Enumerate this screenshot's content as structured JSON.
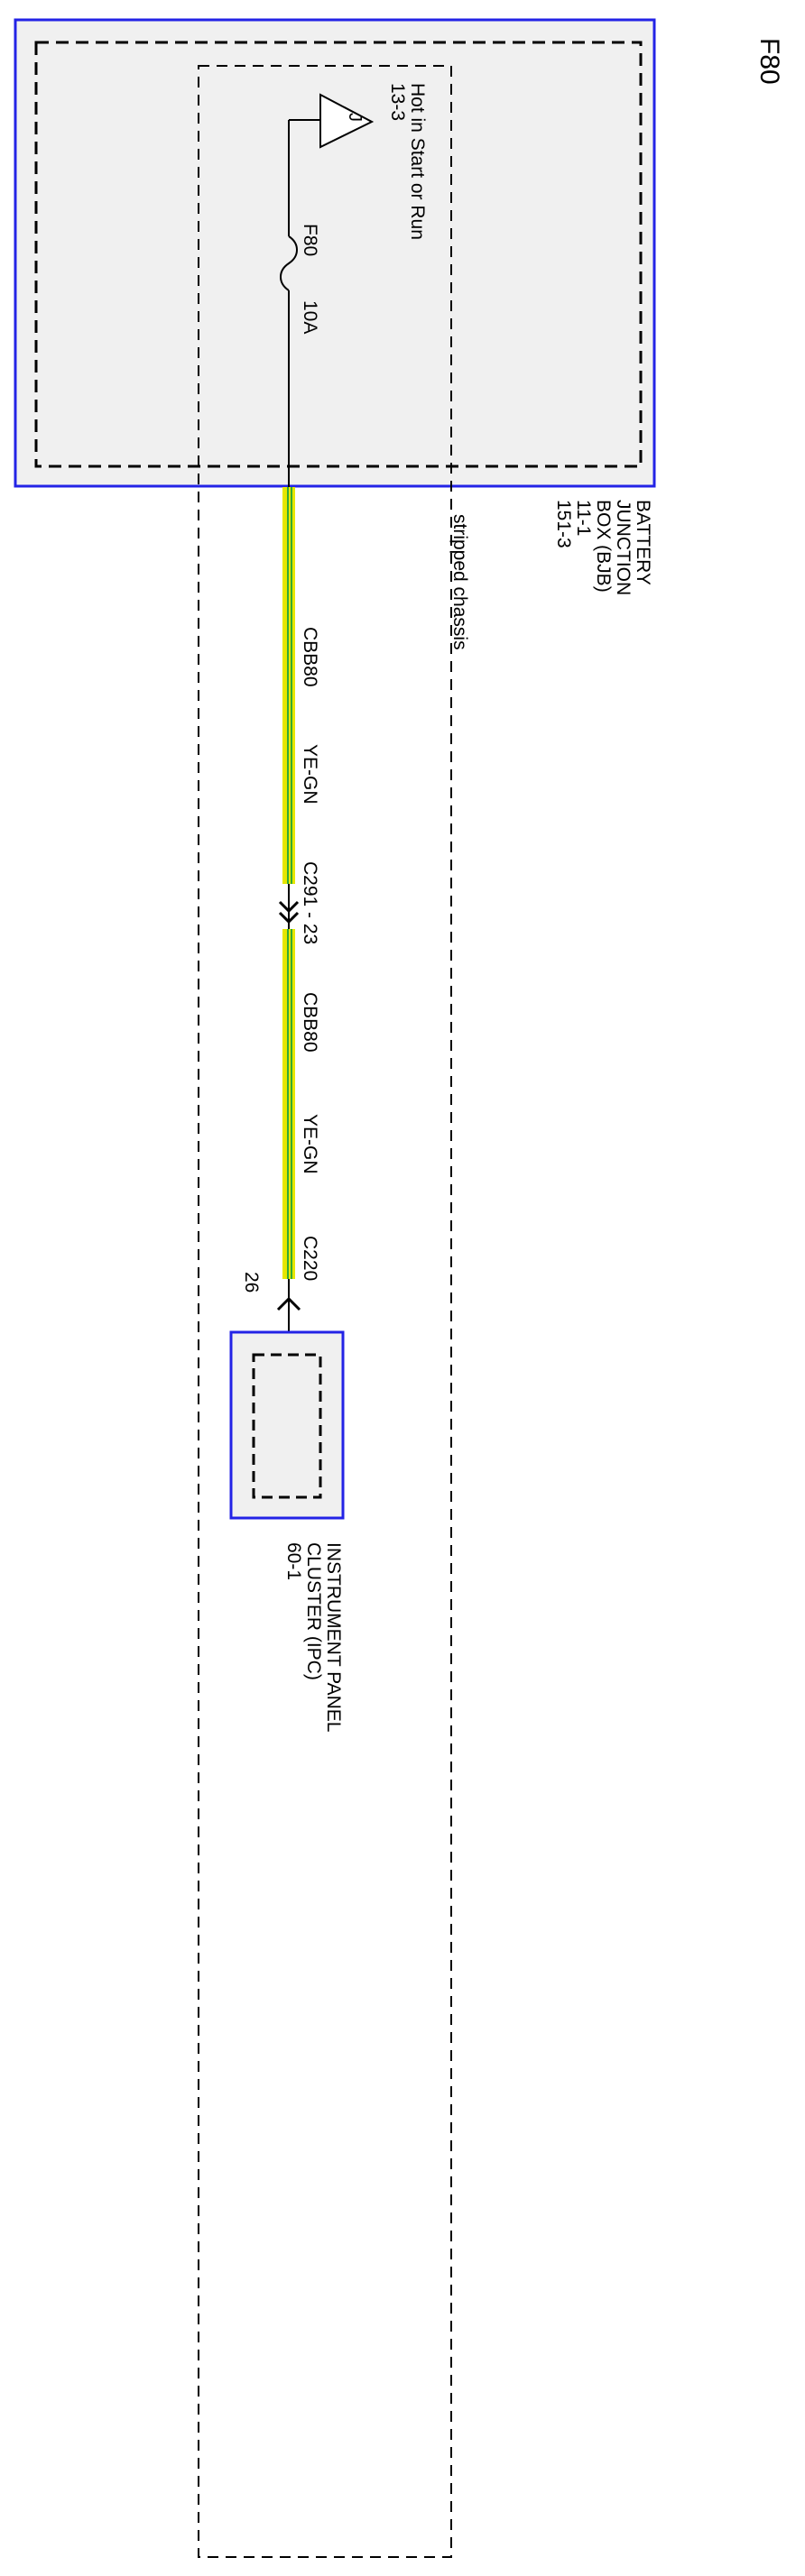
{
  "page_title": "F80",
  "battery_junction_box": {
    "name_lines": [
      "BATTERY",
      "JUNCTION",
      "BOX (BJB)"
    ],
    "refs": [
      "11-1",
      "151-3"
    ],
    "box_color": "#2323e6"
  },
  "power_source": {
    "letter": "J",
    "label": "Hot in Start or Run",
    "ref": "13-3"
  },
  "fuse": {
    "id": "F80",
    "rating": "10A"
  },
  "region_label": "stripped chassis",
  "wire_segment_1": {
    "circuit": "CBB80",
    "color_code": "YE-GN"
  },
  "inline_connector": {
    "id": "C291 - 23"
  },
  "wire_segment_2": {
    "circuit": "CBB80",
    "color_code": "YE-GN"
  },
  "end_connector": {
    "id": "C220",
    "pin": "26"
  },
  "instrument_panel_cluster": {
    "name_lines": [
      "INSTRUMENT PANEL",
      "CLUSTER (IPC)"
    ],
    "ref": "60-1",
    "box_color": "#2323e6"
  },
  "colors": {
    "wire_yellow": "#e6e600",
    "wire_green": "#33aa33",
    "module_fill": "#f0f0f0"
  }
}
